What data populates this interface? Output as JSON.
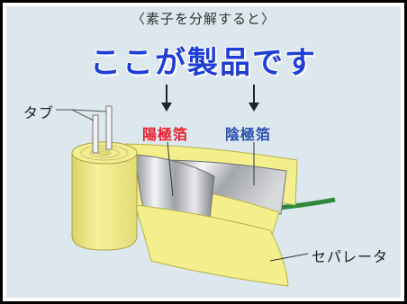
{
  "subtitle": "〈素子を分解すると〉",
  "headline": "ここが製品です",
  "labels": {
    "tab": "タブ",
    "anode_foil": "陽極箔",
    "cathode_foil": "陰極箔",
    "separator": "セパレータ"
  },
  "colors": {
    "headline": "#1f3fd4",
    "anode_label": "#e8202a",
    "cathode_label": "#2a4fb0",
    "separator_paper": "#f3ef8c",
    "foil": "#b9bcc0",
    "lead_wire": "#2e8a3a"
  }
}
